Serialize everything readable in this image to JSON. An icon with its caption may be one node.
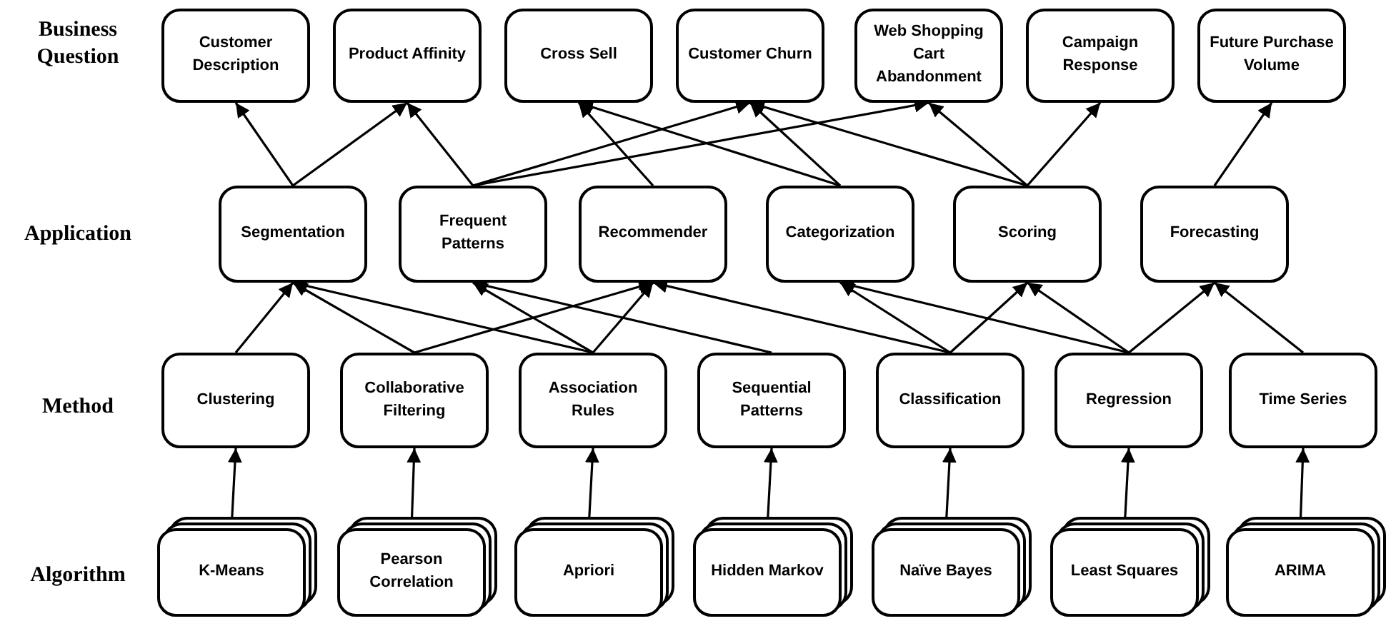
{
  "diagram": {
    "nodes": [
      {
        "text": [
          "Customer Description"
        ]
      },
      {
        "text": [
          "Product Affinity"
        ]
      },
      {
        "text": [
          "Cross Sell"
        ]
      },
      {
        "text": [
          "Customer Churn"
        ]
      },
      {
        "text": [
          "Web Shopping Cart Abandonment"
        ]
      },
      {
        "text": [
          "Campaign Response"
        ]
      },
      {
        "text": [
          "Future Purchase Volume"
        ]
      },
      {
        "text": [
          "Segmentation"
        ]
      },
      {
        "text": [
          "Frequent Patterns"
        ]
      },
      {
        "text": [
          "Recommender"
        ]
      },
      {
        "text": [
          "Categorization"
        ]
      },
      {
        "text": [
          "Scoring"
        ]
      },
      {
        "text": [
          "Forecasting"
        ]
      },
      {
        "text": [
          "Clustering"
        ]
      },
      {
        "text": [
          "Collaborative Filtering"
        ]
      },
      {
        "text": [
          "Association Rules"
        ]
      },
      {
        "text": [
          "Sequential Patterns"
        ]
      },
      {
        "text": [
          "Classification"
        ]
      },
      {
        "text": [
          "Regression"
        ]
      },
      {
        "text": [
          "Time Series"
        ]
      },
      {
        "text": [
          "K-Means"
        ]
      },
      {
        "text": [
          "Pearson Correlation"
        ]
      },
      {
        "text": [
          "Apriori"
        ]
      },
      {
        "text": [
          "Hidden Markov"
        ]
      },
      {
        "text": [
          "Naïve Bayes"
        ]
      },
      {
        "text": [
          "Least Squares"
        ]
      },
      {
        "text": [
          "ARIMA"
        ]
      }
    ],
    "edges": [
      {
        "from": 7,
        "to": 0,
        "arrow": "to"
      },
      {
        "from": 7,
        "to": 1,
        "arrow": "to"
      },
      {
        "from": 8,
        "to": 1,
        "arrow": "to"
      },
      {
        "from": 8,
        "to": 3,
        "arrow": "to"
      },
      {
        "from": 8,
        "to": 4,
        "arrow": "to"
      },
      {
        "from": 9,
        "to": 2,
        "arrow": "to"
      },
      {
        "from": 10,
        "to": 2,
        "arrow": "to"
      },
      {
        "from": 10,
        "to": 3,
        "arrow": "to"
      },
      {
        "from": 11,
        "to": 3,
        "arrow": "to"
      },
      {
        "from": 11,
        "to": 4,
        "arrow": "to"
      },
      {
        "from": 11,
        "to": 5,
        "arrow": "to"
      },
      {
        "from": 12,
        "to": 6,
        "arrow": "to"
      },
      {
        "from": 13,
        "to": 7,
        "arrow": "to"
      },
      {
        "from": 14,
        "to": 7,
        "arrow": "to"
      },
      {
        "from": 14,
        "to": 9,
        "arrow": "to"
      },
      {
        "from": 15,
        "to": 7,
        "arrow": "to"
      },
      {
        "from": 15,
        "to": 8,
        "arrow": "to"
      },
      {
        "from": 15,
        "to": 9,
        "arrow": "to"
      },
      {
        "from": 16,
        "to": 8,
        "arrow": "to"
      },
      {
        "from": 17,
        "to": 9,
        "arrow": "to"
      },
      {
        "from": 17,
        "to": 10,
        "arrow": "to"
      },
      {
        "from": 17,
        "to": 11,
        "arrow": "to"
      },
      {
        "from": 18,
        "to": 10,
        "arrow": "to"
      },
      {
        "from": 18,
        "to": 11,
        "arrow": "to"
      },
      {
        "from": 18,
        "to": 12,
        "arrow": "to"
      },
      {
        "from": 19,
        "to": 12,
        "arrow": "to"
      },
      {
        "from": 20,
        "to": 13,
        "arrow": "to"
      },
      {
        "from": 21,
        "to": 14,
        "arrow": "to"
      },
      {
        "from": 22,
        "to": 15,
        "arrow": "to"
      },
      {
        "from": 23,
        "to": 16,
        "arrow": "to"
      },
      {
        "from": 24,
        "to": 17,
        "arrow": "to"
      },
      {
        "from": 25,
        "to": 18,
        "arrow": "to"
      },
      {
        "from": 26,
        "to": 19,
        "arrow": "to"
      }
    ],
    "labels": [
      "Business Question",
      "Application",
      "Method",
      "Algorithm"
    ]
  }
}
